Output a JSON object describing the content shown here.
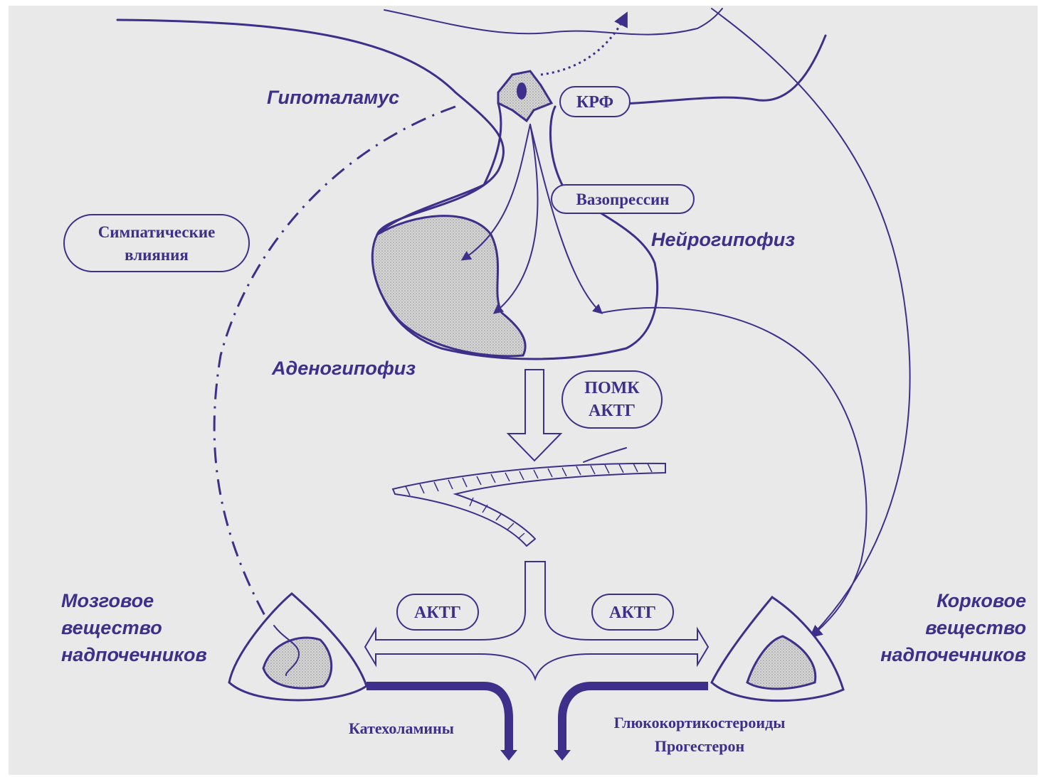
{
  "colors": {
    "background": "#e9e9e9",
    "ink": "#3d2f8a"
  },
  "labels": {
    "hypothalamus": "Гипоталамус",
    "neurohypophysis": "Нейрогипофиз",
    "adenohypophysis": "Аденогипофиз",
    "medulla": [
      "Мозговое",
      "вещество",
      "надпочечников"
    ],
    "cortex": [
      "Корковое",
      "вещество",
      "надпочечников"
    ]
  },
  "boxes": {
    "crf": "КРФ",
    "vasopressin": "Вазопрессин",
    "sympathetic": [
      "Симпатические",
      "влияния"
    ],
    "pomc": [
      "ПОМК",
      "АКТГ"
    ],
    "actg_left": "АКТГ",
    "actg_right": "АКТГ"
  },
  "outputs": {
    "catecholamines": "Катехоламины",
    "glucocorticoids": [
      "Глюкокортикостероиды",
      "Прогестерон"
    ]
  }
}
